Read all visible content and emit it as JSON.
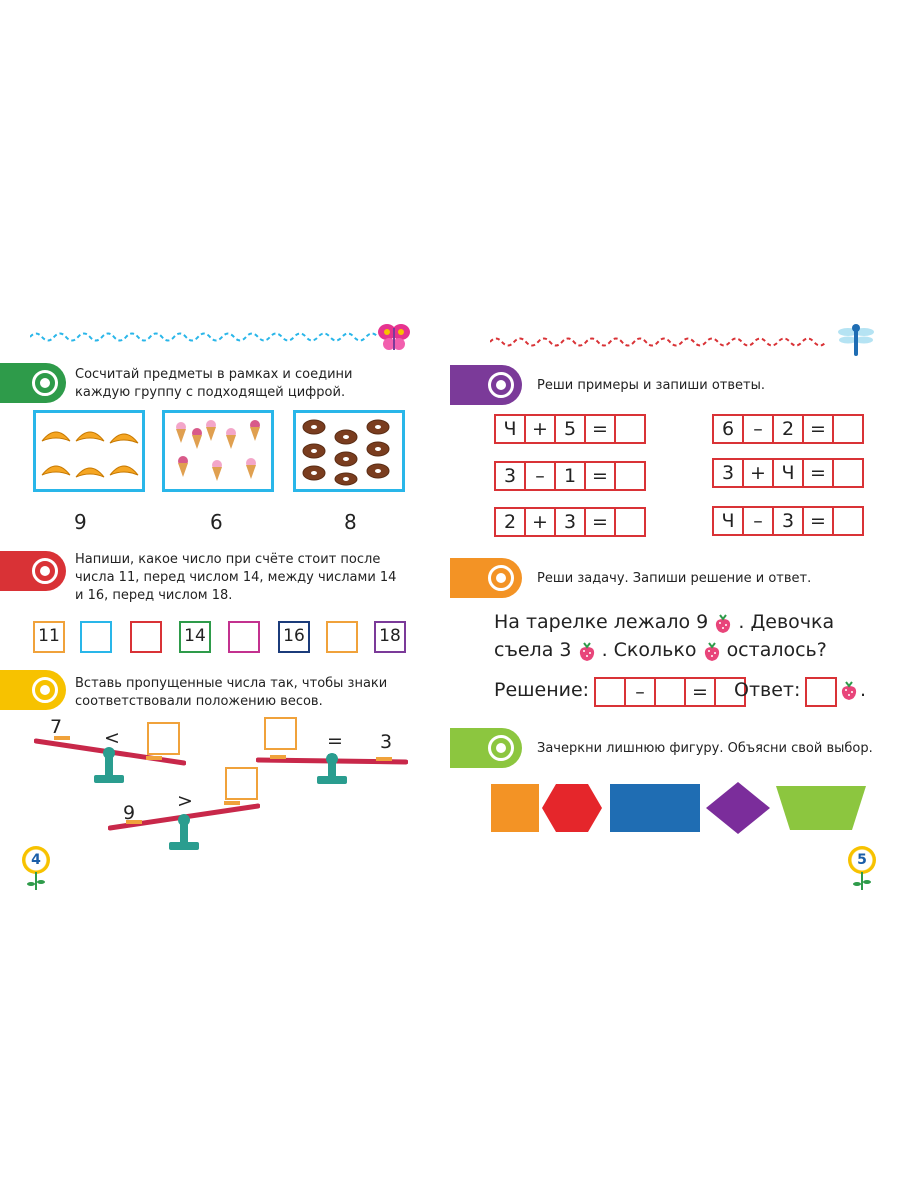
{
  "left_page": {
    "page_number": "4",
    "task1": {
      "instruction": "Сосчитай предметы в рамках и соедини каждую группу с подходящей цифрой.",
      "frames": [
        {
          "item": "croissant",
          "count_items": 6
        },
        {
          "item": "ice-cream",
          "count_items": 8
        },
        {
          "item": "donut",
          "count_items": 9
        }
      ],
      "numbers": [
        "9",
        "6",
        "8"
      ]
    },
    "task2": {
      "instruction": "Напиши, какое число при счёте стоит после числа 11, перед числом 14, между числами 14 и 16, перед числом 18.",
      "boxes": [
        "11",
        "",
        "",
        "14",
        "",
        "16",
        "",
        "18"
      ],
      "box_colors": [
        "#f0a23b",
        "#29b6e9",
        "#d93236",
        "#2e9b4a",
        "#c3318f",
        "#1b3b7a",
        "#f0a23b",
        "#7b3a99"
      ]
    },
    "task3": {
      "instruction": "Вставь пропущенные числа так, чтобы знаки соответствовали положению весов.",
      "scale1": {
        "number": "7",
        "sign": "<"
      },
      "scale2": {
        "sign": "=",
        "number": "3"
      },
      "scale3": {
        "number": "9",
        "sign": ">"
      }
    }
  },
  "right_page": {
    "page_number": "5",
    "task1": {
      "instruction": "Реши примеры и запиши ответы.",
      "equations": [
        [
          "Ч",
          "+",
          "5",
          "=",
          ""
        ],
        [
          "6",
          "–",
          "2",
          "=",
          ""
        ],
        [
          "3",
          "–",
          "1",
          "=",
          ""
        ],
        [
          "3",
          "+",
          "Ч",
          "=",
          ""
        ],
        [
          "2",
          "+",
          "3",
          "=",
          ""
        ],
        [
          "Ч",
          "–",
          "3",
          "=",
          ""
        ]
      ]
    },
    "task2": {
      "instruction": "Реши задачу. Запиши решение и ответ.",
      "line1a": "На тарелке лежало 9",
      "line1b": ". Девочка",
      "line2a": "съела 3",
      "line2b": ". Сколько",
      "line2c": "осталось?",
      "solution_label": "Решение:",
      "solution_cells": [
        "",
        "–",
        "",
        "=",
        ""
      ],
      "answer_label": "Ответ:",
      "answer_dot": "."
    },
    "task3": {
      "instruction": "Зачеркни лишнюю фигуру. Объясни свой выбор.",
      "shapes": [
        "orange-square",
        "red-hexagon",
        "blue-rectangle",
        "purple-rhombus",
        "green-trapezoid"
      ]
    }
  },
  "colors": {
    "green": "#2e9b4a",
    "red": "#d93236",
    "yellow": "#f7c200",
    "purple": "#7b3a99",
    "orange": "#f39325",
    "lime": "#8cc63f",
    "blue": "#1f6db3",
    "cyan": "#29b6e9"
  }
}
